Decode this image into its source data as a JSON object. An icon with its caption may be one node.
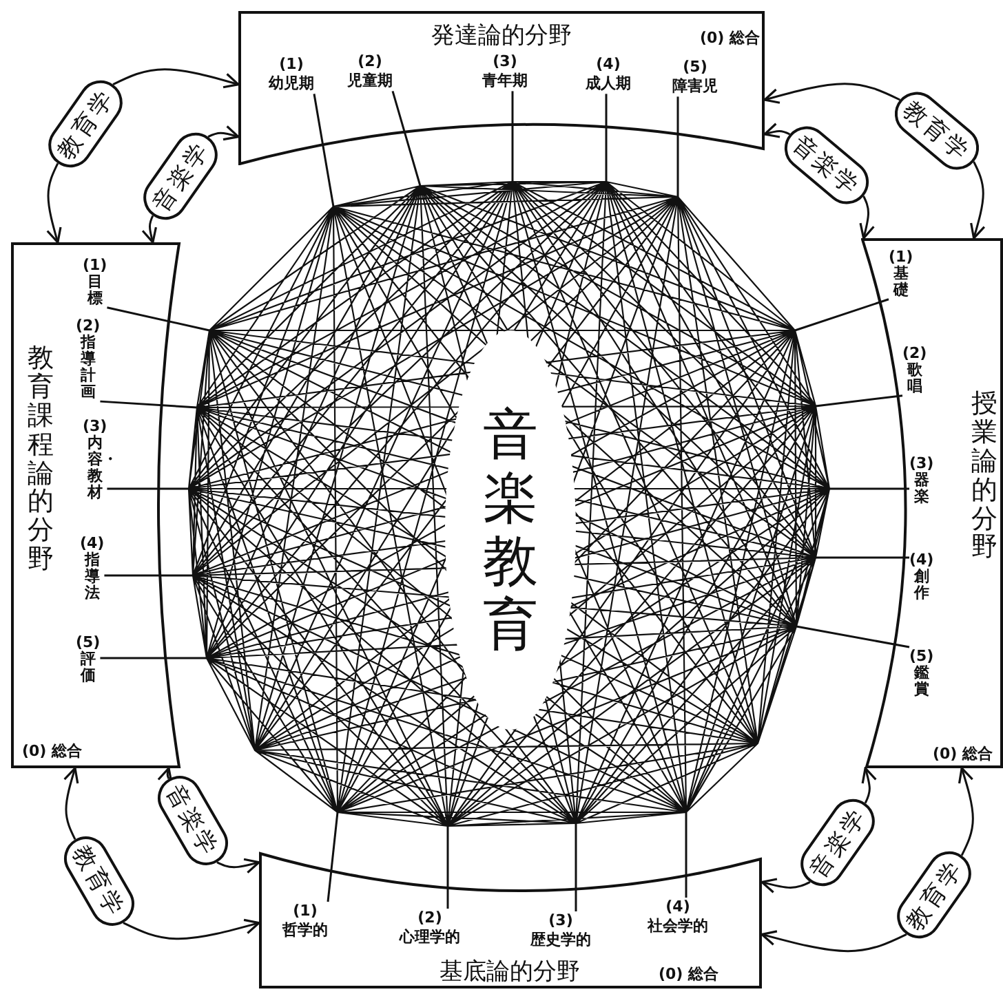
{
  "diagram": {
    "nodes": [
      {
        "text": [
          "発達論的分野",
          "(0) 総合"
        ]
      },
      {
        "text": [
          "(1)",
          "幼児期"
        ],
        "in": 0
      },
      {
        "text": [
          "(2)",
          "児童期"
        ],
        "in": 0
      },
      {
        "text": [
          "(3)",
          "青年期"
        ],
        "in": 0
      },
      {
        "text": [
          "(4)",
          "成人期"
        ],
        "in": 0
      },
      {
        "text": [
          "(5)",
          "障害児"
        ],
        "in": 0
      },
      {
        "text": [
          "教育課程論的分野",
          "(0) 総合"
        ]
      },
      {
        "text": [
          "(1)",
          "目標"
        ],
        "in": 6
      },
      {
        "text": [
          "(2)",
          "指導計画"
        ],
        "in": 6
      },
      {
        "text": [
          "(3)",
          "内容・教材"
        ],
        "in": 6
      },
      {
        "text": [
          "(4)",
          "指導法"
        ],
        "in": 6
      },
      {
        "text": [
          "(5)",
          "評価"
        ],
        "in": 6
      },
      {
        "text": [
          "音楽教育"
        ]
      },
      {
        "text": [
          "授業論的分野",
          "(0) 総合"
        ]
      },
      {
        "text": [
          "(1)",
          "基礎"
        ],
        "in": 13
      },
      {
        "text": [
          "(2)",
          "歌唱"
        ],
        "in": 13
      },
      {
        "text": [
          "(3)",
          "器楽"
        ],
        "in": 13
      },
      {
        "text": [
          "(4)",
          "創作"
        ],
        "in": 13
      },
      {
        "text": [
          "(5)",
          "鑑賞"
        ],
        "in": 13
      },
      {
        "text": [
          "基底論的分野",
          "(0) 総合"
        ]
      },
      {
        "text": [
          "(1)",
          "哲学的"
        ],
        "in": 19
      },
      {
        "text": [
          "(2)",
          "心理学的"
        ],
        "in": 19
      },
      {
        "text": [
          "(3)",
          "歴史学的"
        ],
        "in": 19
      },
      {
        "text": [
          "(4)",
          "社会学的"
        ],
        "in": 19
      },
      {
        "text": [
          "教育学"
        ]
      },
      {
        "text": [
          "音楽学"
        ]
      },
      {
        "text": [
          "教育学"
        ]
      },
      {
        "text": [
          "音楽学"
        ]
      },
      {
        "text": [
          "音楽学"
        ]
      },
      {
        "text": [
          "教育学"
        ]
      },
      {
        "text": [
          "音楽学"
        ]
      },
      {
        "text": [
          "教育学"
        ]
      }
    ],
    "edges": [
      {
        "from": 24,
        "to": 0,
        "arrow": "to"
      },
      {
        "from": 24,
        "to": 6,
        "arrow": "to"
      },
      {
        "from": 25,
        "to": 0,
        "arrow": "to"
      },
      {
        "from": 25,
        "to": 6,
        "arrow": "to"
      },
      {
        "from": 26,
        "to": 0,
        "arrow": "to"
      },
      {
        "from": 26,
        "to": 13,
        "arrow": "to"
      },
      {
        "from": 27,
        "to": 0,
        "arrow": "to"
      },
      {
        "from": 27,
        "to": 13,
        "arrow": "to"
      },
      {
        "from": 28,
        "to": 6,
        "arrow": "to"
      },
      {
        "from": 28,
        "to": 19,
        "arrow": "to"
      },
      {
        "from": 29,
        "to": 6,
        "arrow": "to"
      },
      {
        "from": 29,
        "to": 19,
        "arrow": "to"
      },
      {
        "from": 30,
        "to": 19,
        "arrow": "to"
      },
      {
        "from": 30,
        "to": 13,
        "arrow": "to"
      },
      {
        "from": 31,
        "to": 19,
        "arrow": "to"
      },
      {
        "from": 31,
        "to": 13,
        "arrow": "to"
      },
      {
        "from": 1,
        "to": null,
        "arrow": "none"
      },
      {
        "from": 2,
        "to": null,
        "arrow": "none"
      },
      {
        "from": 3,
        "to": null,
        "arrow": "none"
      },
      {
        "from": 4,
        "to": null,
        "arrow": "none"
      },
      {
        "from": 5,
        "to": null,
        "arrow": "none"
      },
      {
        "from": 7,
        "to": null,
        "arrow": "none"
      },
      {
        "from": 8,
        "to": null,
        "arrow": "none"
      },
      {
        "from": 9,
        "to": null,
        "arrow": "none"
      },
      {
        "from": 10,
        "to": null,
        "arrow": "none"
      },
      {
        "from": 11,
        "to": null,
        "arrow": "none"
      },
      {
        "from": 14,
        "to": null,
        "arrow": "none"
      },
      {
        "from": 15,
        "to": null,
        "arrow": "none"
      },
      {
        "from": 16,
        "to": null,
        "arrow": "none"
      },
      {
        "from": 17,
        "to": null,
        "arrow": "none"
      },
      {
        "from": 18,
        "to": null,
        "arrow": "none"
      },
      {
        "from": 20,
        "to": null,
        "arrow": "none"
      },
      {
        "from": 21,
        "to": null,
        "arrow": "none"
      },
      {
        "from": 22,
        "to": null,
        "arrow": "none"
      },
      {
        "from": 23,
        "to": null,
        "arrow": "none"
      }
    ]
  }
}
